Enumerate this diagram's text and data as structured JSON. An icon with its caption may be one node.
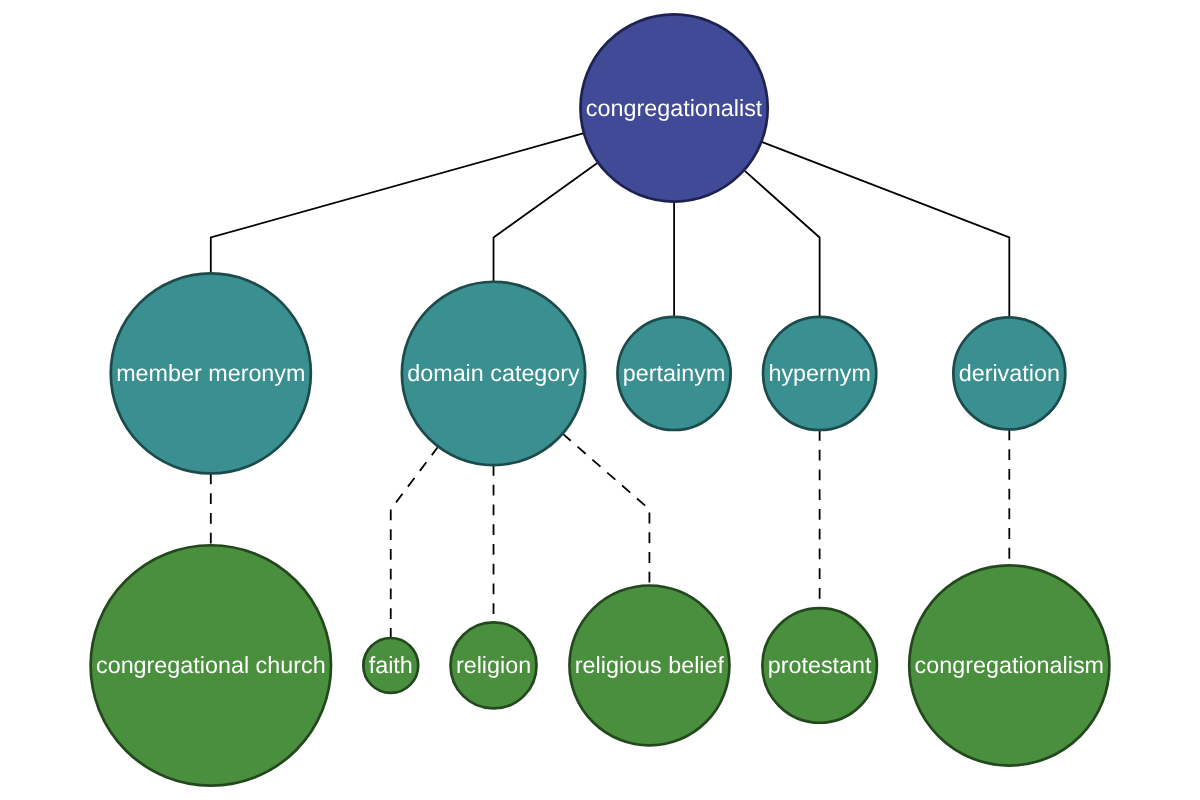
{
  "diagram": {
    "nodes": [
      {
        "text": [
          "congregational church"
        ]
      },
      {
        "text": [
          "faith"
        ]
      },
      {
        "text": [
          "religion"
        ]
      },
      {
        "text": [
          "member meronym"
        ]
      },
      {
        "text": [
          "domain category"
        ]
      },
      {
        "text": [
          "religious belief"
        ]
      },
      {
        "text": [
          "congregationalist"
        ]
      },
      {
        "text": [
          "pertainym"
        ]
      },
      {
        "text": [
          "hypernym"
        ]
      },
      {
        "text": [
          "protestant"
        ]
      },
      {
        "text": [
          "derivation"
        ]
      },
      {
        "text": [
          "congregationalism"
        ]
      }
    ],
    "edges": [
      {
        "from": 6,
        "to": 3,
        "arrow": "none"
      },
      {
        "from": 6,
        "to": 4,
        "arrow": "none"
      },
      {
        "from": 6,
        "to": 7,
        "arrow": "none"
      },
      {
        "from": 6,
        "to": 8,
        "arrow": "none"
      },
      {
        "from": 6,
        "to": 10,
        "arrow": "none"
      },
      {
        "from": 3,
        "to": 0,
        "arrow": "none",
        "style": "dashed"
      },
      {
        "from": 4,
        "to": 1,
        "arrow": "none",
        "style": "dashed"
      },
      {
        "from": 4,
        "to": 2,
        "arrow": "none",
        "style": "dashed"
      },
      {
        "from": 4,
        "to": 5,
        "arrow": "none",
        "style": "dashed"
      },
      {
        "from": 8,
        "to": 9,
        "arrow": "none",
        "style": "dashed"
      },
      {
        "from": 10,
        "to": 11,
        "arrow": "none",
        "style": "dashed"
      }
    ]
  }
}
